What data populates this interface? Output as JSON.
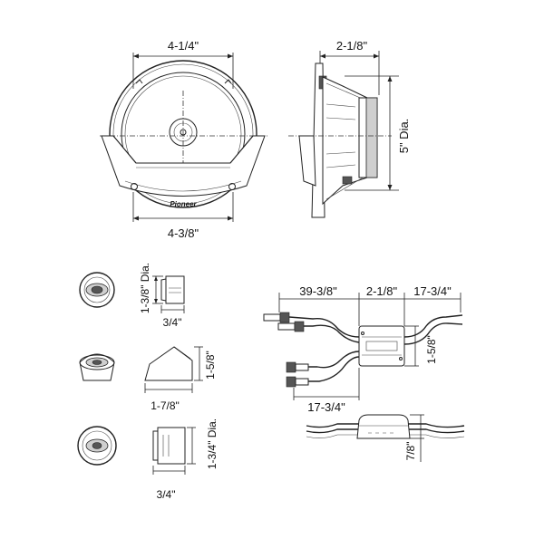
{
  "labels": {
    "woofer_top_width": "4-1/4\"",
    "woofer_bottom_width": "4-3/8\"",
    "woofer_depth": "2-1/8\"",
    "woofer_diameter": "5\" Dia.",
    "tweeter1_dia": "1-3/8\" Dia.",
    "tweeter1_depth": "3/4\"",
    "tweeter2_height": "1-5/8\"",
    "tweeter2_width": "1-7/8\"",
    "tweeter3_dia": "1-3/4\" Dia.",
    "tweeter3_depth": "3/4\"",
    "cable_left": "39-3/8\"",
    "cable_mid": "2-1/8\"",
    "cable_right": "17-3/4\"",
    "network_height": "1-5/8\"",
    "cable_bottom": "17-3/4\"",
    "network_side_height": "7/8\"",
    "brand_logo": "Pioneer"
  }
}
